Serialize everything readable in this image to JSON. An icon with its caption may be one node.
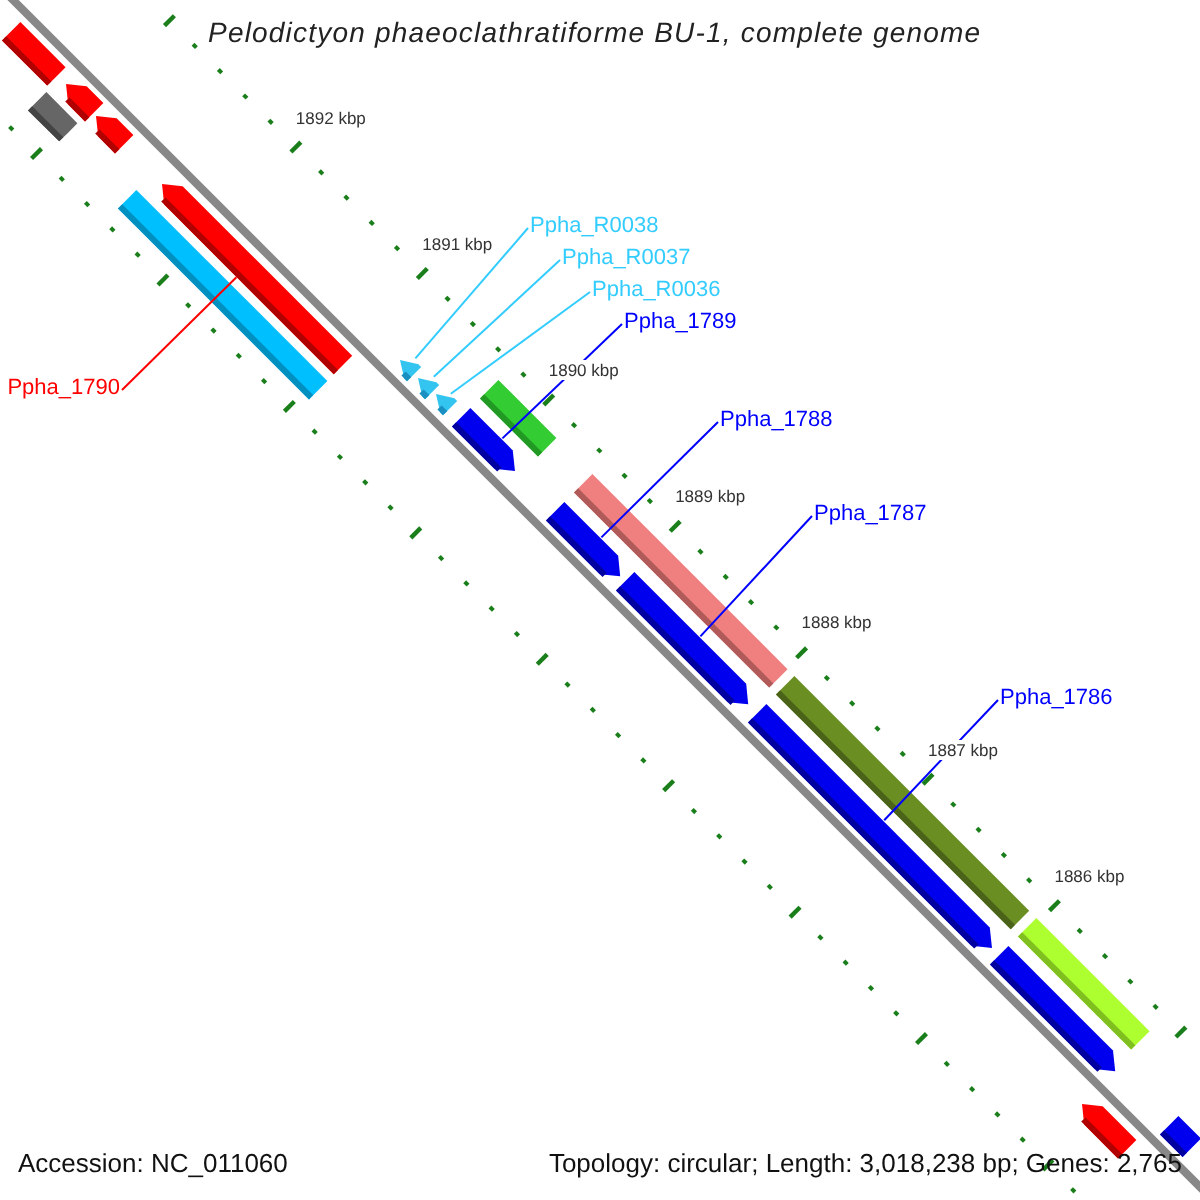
{
  "diagram": {
    "title": "Pelodictyon phaeoclathratiforme BU-1, complete genome",
    "nodes": [
      {
        "text": [
          "Ppha_1790"
        ]
      },
      {
        "text": [
          "Ppha_R0038"
        ]
      },
      {
        "text": [
          "Ppha_R0037"
        ]
      },
      {
        "text": [
          "Ppha_R0036"
        ]
      },
      {
        "text": [
          "Ppha_1789"
        ]
      },
      {
        "text": [
          "Ppha_1788"
        ]
      },
      {
        "text": [
          "Ppha_1787"
        ]
      },
      {
        "text": [
          "Ppha_1786"
        ]
      },
      {
        "text": [],
        "shape": "bar"
      },
      {
        "text": [],
        "shape": "arrow"
      },
      {
        "text": [],
        "shape": "bar"
      },
      {
        "text": [],
        "shape": "arrow"
      },
      {
        "text": [],
        "shape": "arrow"
      },
      {
        "text": [],
        "shape": "bar"
      },
      {
        "text": [],
        "shape": "arrow"
      },
      {
        "text": [],
        "shape": "arrow"
      },
      {
        "text": [],
        "shape": "arrow"
      },
      {
        "text": [],
        "shape": "arrow"
      },
      {
        "text": [],
        "shape": "bar"
      },
      {
        "text": [],
        "shape": "bar"
      },
      {
        "text": [],
        "shape": "arrow"
      },
      {
        "text": [],
        "shape": "arrow"
      },
      {
        "text": [],
        "shape": "bar"
      },
      {
        "text": [],
        "shape": "arrow"
      },
      {
        "text": [],
        "shape": "bar"
      },
      {
        "text": [],
        "shape": "arrow"
      },
      {
        "text": [],
        "shape": "arrow"
      },
      {
        "text": [],
        "shape": "bar"
      }
    ],
    "edges": [
      {
        "from": 0,
        "to": 12,
        "arrow": "none",
        "color": "#ff0000"
      },
      {
        "from": 1,
        "to": 14,
        "arrow": "none",
        "color": "#33ccff"
      },
      {
        "from": 2,
        "to": 15,
        "arrow": "none",
        "color": "#33ccff"
      },
      {
        "from": 3,
        "to": 16,
        "arrow": "none",
        "color": "#33ccff"
      },
      {
        "from": 4,
        "to": 17,
        "arrow": "none"
      },
      {
        "from": 5,
        "to": 20,
        "arrow": "none"
      },
      {
        "from": 6,
        "to": 21,
        "arrow": "none"
      },
      {
        "from": 7,
        "to": 23,
        "arrow": "none"
      }
    ],
    "labels": [
      "1892 kbp",
      "1891 kbp",
      "1890 kbp",
      "1889 kbp",
      "1888 kbp",
      "1887 kbp",
      "1886 kbp",
      "Accession: NC_011060",
      "Topology: circular; Length: 3,018,238 bp; Genes: 2,765"
    ]
  }
}
